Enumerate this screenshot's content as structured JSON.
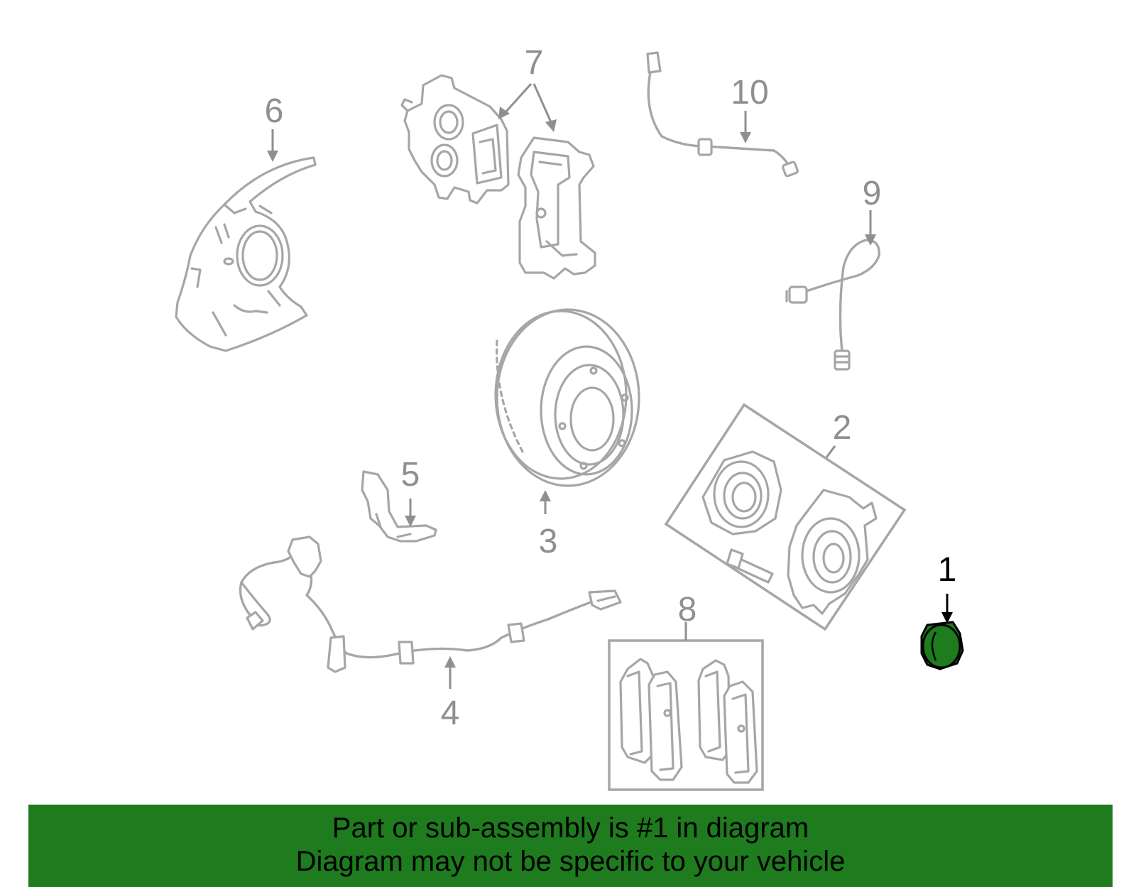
{
  "colors": {
    "banner_background": "#1e7b1e",
    "highlight_part": "#1e7b1e",
    "part_outline": "#a6a6a6",
    "callout_gray": "#8f8f8f",
    "callout_selected": "#000000"
  },
  "selected_part": "1",
  "callouts": [
    {
      "id": "1",
      "label": "1"
    },
    {
      "id": "2",
      "label": "2"
    },
    {
      "id": "3",
      "label": "3"
    },
    {
      "id": "4",
      "label": "4"
    },
    {
      "id": "5",
      "label": "5"
    },
    {
      "id": "6",
      "label": "6"
    },
    {
      "id": "7",
      "label": "7"
    },
    {
      "id": "8",
      "label": "8"
    },
    {
      "id": "9",
      "label": "9"
    },
    {
      "id": "10",
      "label": "10"
    }
  ],
  "banner": {
    "line1": "Part or sub-assembly is #1 in diagram",
    "line2": "Diagram may not be specific to your vehicle"
  }
}
